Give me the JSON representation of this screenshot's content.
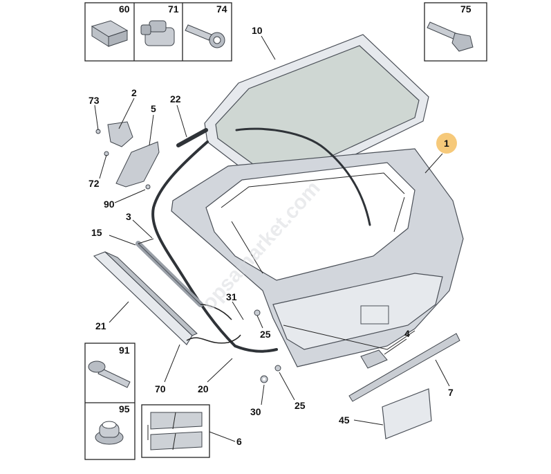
{
  "watermark": "opsamarket.com",
  "colors": {
    "callout_highlight": "#f6c97a",
    "panel": "#d2d6dc",
    "glass": "#cfd7d3"
  },
  "inset_boxes": {
    "top_left": [
      {
        "num": "60",
        "icon": "block-icon"
      },
      {
        "num": "71",
        "icon": "clip-icon"
      },
      {
        "num": "74",
        "icon": "push-rivet-icon"
      }
    ],
    "top_right": [
      {
        "num": "75",
        "icon": "bolt-icon"
      }
    ],
    "bottom_left": [
      {
        "num": "91",
        "icon": "rivet-icon"
      },
      {
        "num": "95",
        "icon": "grommet-icon"
      }
    ]
  },
  "callouts": {
    "c10": "10",
    "c1": "1",
    "c73": "73",
    "c2": "2",
    "c22": "22",
    "c5": "5",
    "c72": "72",
    "c90": "90",
    "c3": "3",
    "c15": "15",
    "c31": "31",
    "c21": "21",
    "c25a": "25",
    "c4": "4",
    "c70": "70",
    "c20": "20",
    "c25b": "25",
    "c7": "7",
    "c30": "30",
    "c45": "45",
    "c6": "6"
  }
}
